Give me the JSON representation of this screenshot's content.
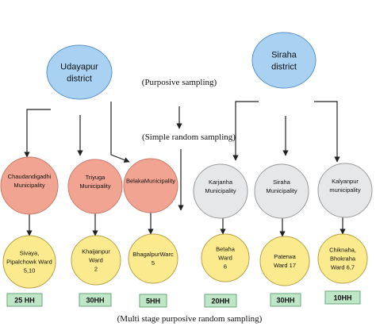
{
  "colors": {
    "district_fill": "#a9d1f1",
    "district_stroke": "#5b93c9",
    "udayapur_muni_fill": "#f2a493",
    "udayapur_muni_stroke": "#c77a6a",
    "siraha_muni_fill": "#e6e7e9",
    "siraha_muni_stroke": "#9a9a9a",
    "ward_fill": "#fbeb8e",
    "ward_stroke": "#b7a045",
    "hh_fill": "#bfe6c7",
    "hh_stroke": "#6aa57a",
    "line": "#222222"
  },
  "annotations": {
    "stage1": "(Purposive sampling)",
    "stage2": "(Simple random sampling)",
    "caption": "(Multi stage purposive random sampling)"
  },
  "districts": [
    {
      "lines": [
        "Udayapur",
        "district"
      ]
    },
    {
      "lines": [
        "Siraha",
        "district"
      ]
    }
  ],
  "municipalities": [
    {
      "lines": [
        "Chaudandigadhi",
        "Municipality"
      ]
    },
    {
      "lines": [
        "Triyuga",
        "Municipality"
      ]
    },
    {
      "lines": [
        "BelakaMunicipality"
      ]
    },
    {
      "lines": [
        "Karjanha",
        "Municipality"
      ]
    },
    {
      "lines": [
        "Siraha",
        "Municipality"
      ]
    },
    {
      "lines": [
        "Kalyanpur",
        "municipality"
      ]
    }
  ],
  "wards": [
    {
      "lines": [
        "Sivaya,",
        "Pipalchowk Ward",
        "5,10"
      ]
    },
    {
      "lines": [
        "Khaijanpur",
        "Ward",
        "2"
      ]
    },
    {
      "lines": [
        "BhagalpurWarc",
        "5"
      ]
    },
    {
      "lines": [
        "Betaha",
        "Ward",
        "6"
      ]
    },
    {
      "lines": [
        "Paterwa",
        "Ward 17"
      ]
    },
    {
      "lines": [
        "Chiknaha,",
        "Bhokraha",
        "Ward 6,7"
      ]
    }
  ],
  "households": [
    "25 HH",
    "30HH",
    "5HH",
    "20HH",
    "30HH",
    "10HH"
  ]
}
